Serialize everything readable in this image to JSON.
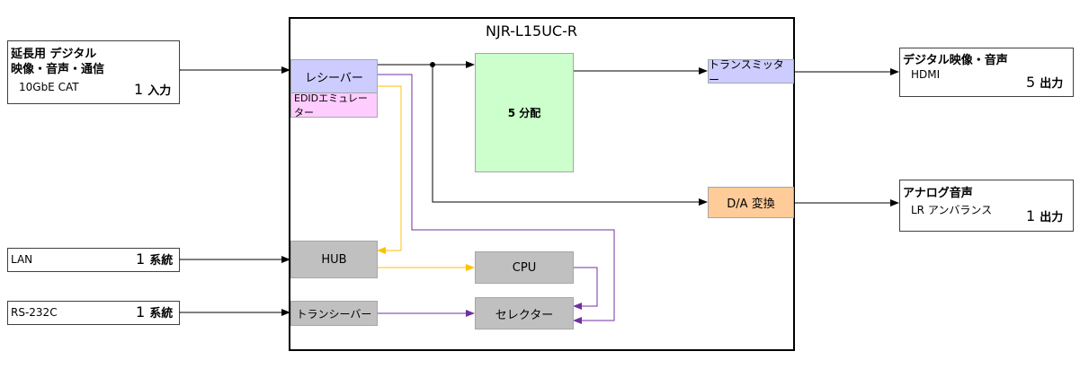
{
  "diagram": {
    "device_title": "NJR-L15UC-R",
    "inputs": {
      "extension": {
        "title_line1": "延長用 デジタル",
        "title_line2": "映像・音声・通信",
        "interface": "10GbE CAT",
        "count": "1",
        "count_unit": "入力"
      },
      "lan": {
        "label": "LAN",
        "count": "1",
        "count_unit": "系統"
      },
      "rs232c": {
        "label": "RS-232C",
        "count": "1",
        "count_unit": "系統"
      }
    },
    "outputs": {
      "digital": {
        "title": "デジタル映像・音声",
        "interface": "HDMI",
        "count": "5",
        "count_unit": "出力"
      },
      "analog": {
        "title": "アナログ音声",
        "interface": "LR アンバランス",
        "count": "1",
        "count_unit": "出力"
      }
    },
    "blocks": {
      "receiver": "レシーバー",
      "edid": "EDIDエミュレーター",
      "distributor": "5 分配",
      "transmitter": "トランスミッター",
      "da_converter": "D/A 変換",
      "hub": "HUB",
      "cpu": "CPU",
      "transceiver": "トランシーバー",
      "selector": "セレクター"
    },
    "colors": {
      "receiver": "#ccccff",
      "edid": "#ffccff",
      "distributor": "#ccffcc",
      "transmitter": "#ccccff",
      "da_converter": "#ffcc99",
      "gray_block": "#c0c0c0",
      "signal_line": "#000000",
      "lan_line": "#ffc000",
      "control_line": "#7030a0"
    }
  }
}
